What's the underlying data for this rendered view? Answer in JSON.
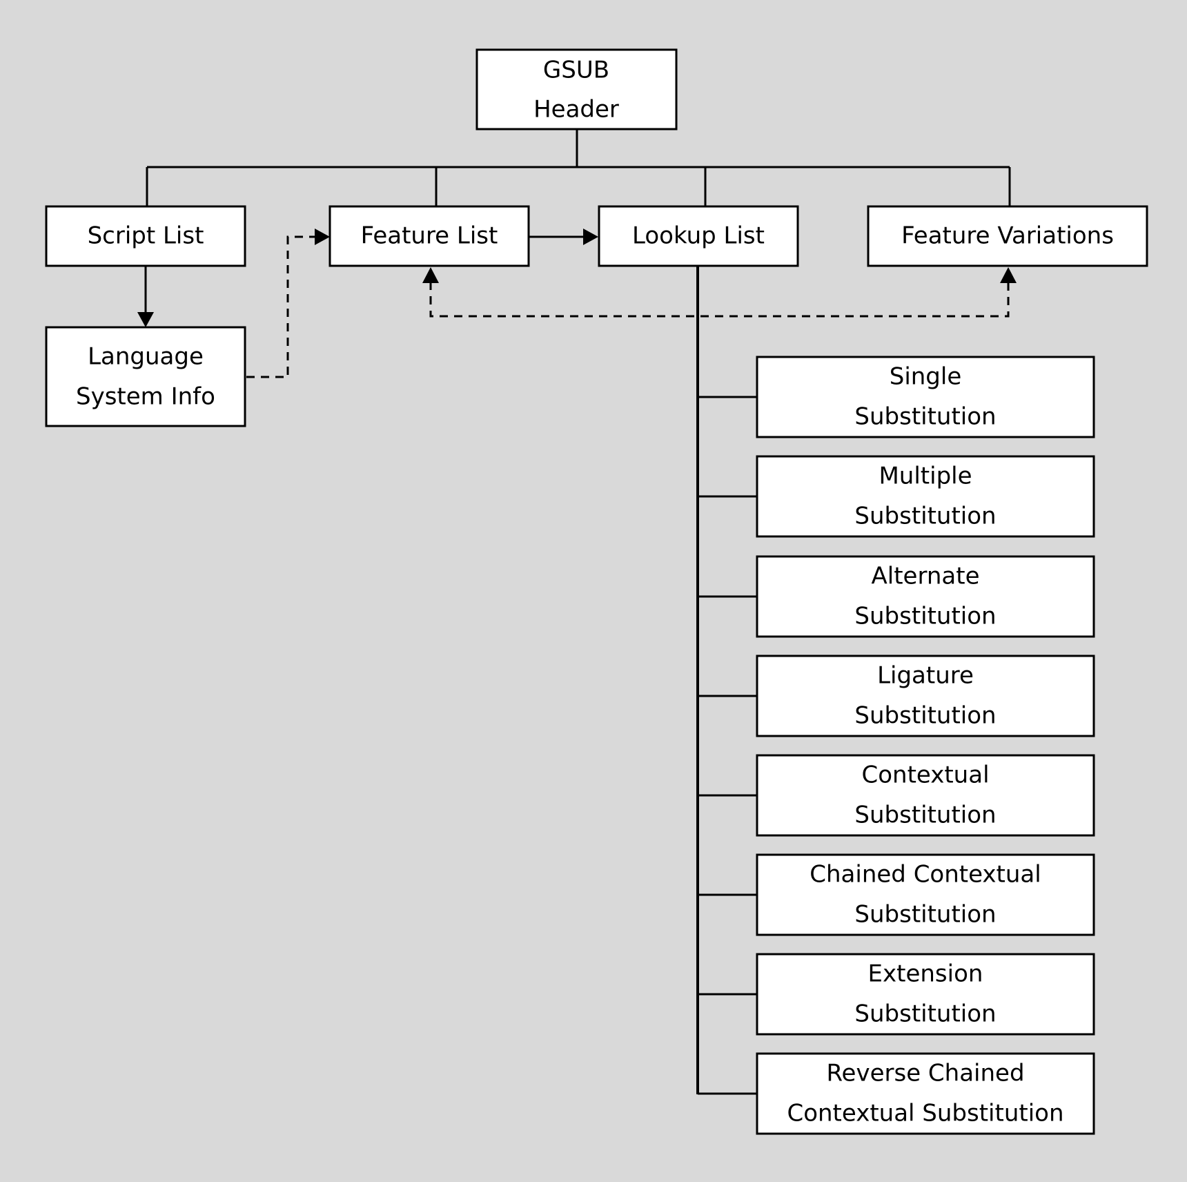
{
  "diagram": {
    "header": {
      "line1": "GSUB",
      "line2": "Header"
    },
    "script_list": "Script List",
    "feature_list": "Feature List",
    "lookup_list": "Lookup List",
    "feature_variations": "Feature Variations",
    "language_system": {
      "line1": "Language",
      "line2": "System Info"
    },
    "lookup_types": [
      {
        "line1": "Single",
        "line2": "Substitution"
      },
      {
        "line1": "Multiple",
        "line2": "Substitution"
      },
      {
        "line1": "Alternate",
        "line2": "Substitution"
      },
      {
        "line1": "Ligature",
        "line2": "Substitution"
      },
      {
        "line1": "Contextual",
        "line2": "Substitution"
      },
      {
        "line1": "Chained Contextual",
        "line2": "Substitution"
      },
      {
        "line1": "Extension",
        "line2": "Substitution"
      },
      {
        "line1": "Reverse Chained",
        "line2": "Contextual Substitution"
      }
    ]
  }
}
